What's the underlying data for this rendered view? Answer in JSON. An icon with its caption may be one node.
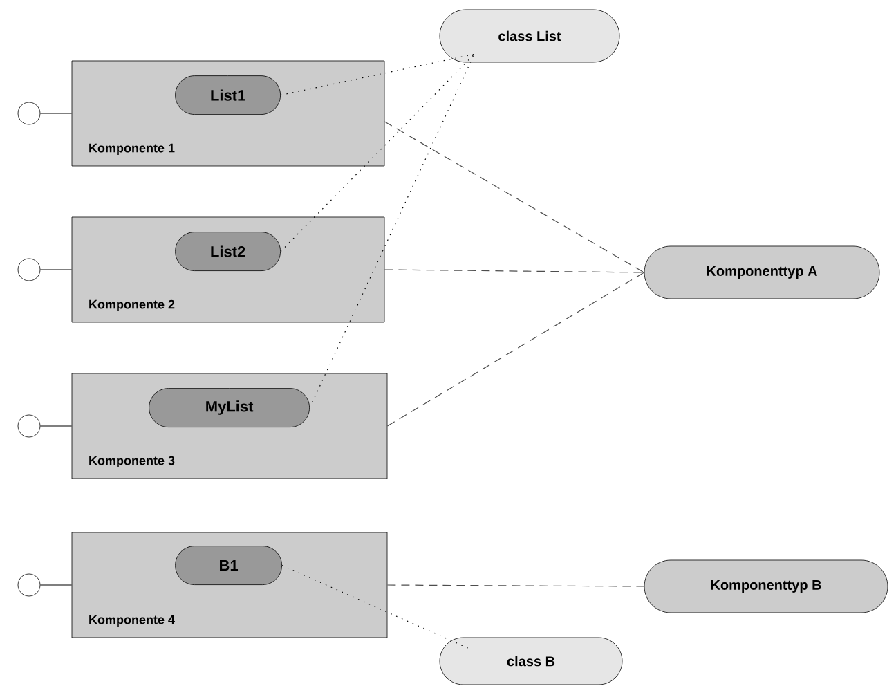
{
  "diagram": {
    "nodes": [
      {
        "text": [
          "class List"
        ]
      },
      {
        "text": [],
        "shape": "circle"
      },
      {
        "text": [
          "Komponente 1"
        ]
      },
      {
        "text": [
          "List1"
        ],
        "in": 2
      },
      {
        "text": [],
        "shape": "circle"
      },
      {
        "text": [
          "Komponente 2"
        ]
      },
      {
        "text": [
          "List2"
        ],
        "in": 5
      },
      {
        "text": [
          "Komponenttyp A"
        ]
      },
      {
        "text": [],
        "shape": "circle"
      },
      {
        "text": [
          "Komponente 3"
        ]
      },
      {
        "text": [
          "MyList"
        ],
        "in": 9
      },
      {
        "text": [],
        "shape": "circle"
      },
      {
        "text": [
          "Komponente 4"
        ]
      },
      {
        "text": [
          "B1"
        ],
        "in": 12
      },
      {
        "text": [
          "Komponenttyp B"
        ]
      },
      {
        "text": [
          "class B"
        ]
      }
    ],
    "edges": [
      {
        "from": 1,
        "to": 2,
        "arrow": "none"
      },
      {
        "from": 4,
        "to": 5,
        "arrow": "none"
      },
      {
        "from": 8,
        "to": 9,
        "arrow": "none"
      },
      {
        "from": 11,
        "to": 12,
        "arrow": "none"
      },
      {
        "from": 3,
        "to": 0,
        "arrow": "none",
        "style": "dashed"
      },
      {
        "from": 6,
        "to": 0,
        "arrow": "none",
        "style": "dashed"
      },
      {
        "from": 10,
        "to": 0,
        "arrow": "none",
        "style": "dashed"
      },
      {
        "from": 13,
        "to": 15,
        "arrow": "none",
        "style": "dashed"
      },
      {
        "from": 2,
        "to": 7,
        "arrow": "none",
        "style": "dashed",
        "color": "#4d4d4d"
      },
      {
        "from": 5,
        "to": 7,
        "arrow": "none",
        "style": "dashed",
        "color": "#4d4d4d"
      },
      {
        "from": 9,
        "to": 7,
        "arrow": "none",
        "style": "dashed",
        "color": "#4d4d4d"
      },
      {
        "from": 12,
        "to": 14,
        "arrow": "none",
        "style": "dashed",
        "color": "#4d4d4d"
      }
    ]
  }
}
